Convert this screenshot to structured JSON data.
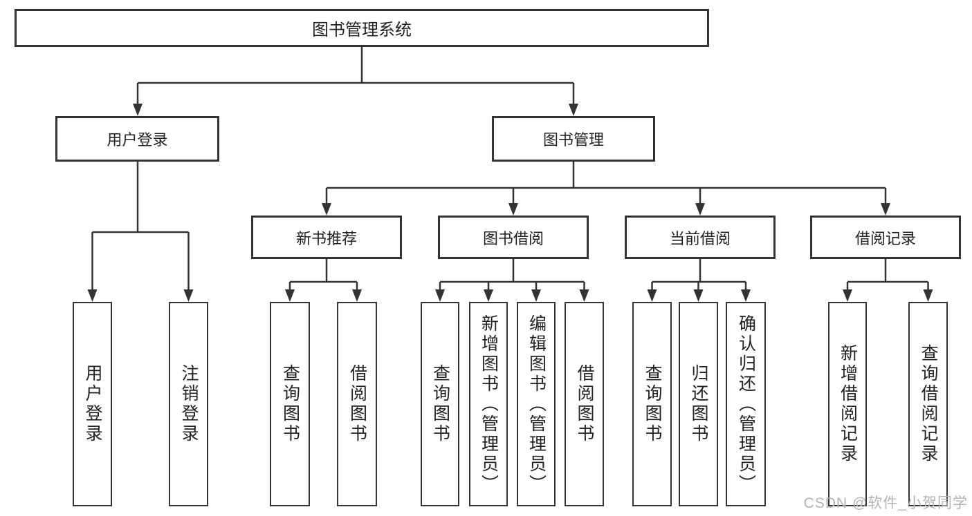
{
  "diagram_title": "图书管理系统",
  "tree": {
    "root": {
      "label": "图书管理系统"
    },
    "branches": [
      {
        "label": "用户登录",
        "children": [
          {
            "label": "用户登录"
          },
          {
            "label": "注销登录"
          }
        ]
      },
      {
        "label": "图书管理",
        "groups": [
          {
            "label": "新书推荐",
            "children": [
              {
                "label": "查询图书"
              },
              {
                "label": "借阅图书"
              }
            ]
          },
          {
            "label": "图书借阅",
            "children": [
              {
                "label": "查询图书"
              },
              {
                "label": "新增图书（管理员）"
              },
              {
                "label": "编辑图书（管理员）"
              },
              {
                "label": "借阅图书"
              }
            ]
          },
          {
            "label": "当前借阅",
            "children": [
              {
                "label": "查询图书"
              },
              {
                "label": "归还图书"
              },
              {
                "label": "确认归还（管理员）"
              }
            ]
          },
          {
            "label": "借阅记录",
            "children": [
              {
                "label": "新增借阅记录"
              },
              {
                "label": "查询借阅记录"
              }
            ]
          }
        ]
      }
    ]
  },
  "watermark": {
    "text": "CSDN @软件_小贺同学"
  },
  "colors": {
    "line": "#333333",
    "box_border": "#333333",
    "text": "#222222",
    "background": "#ffffff",
    "watermark": "#b3b3b3"
  }
}
